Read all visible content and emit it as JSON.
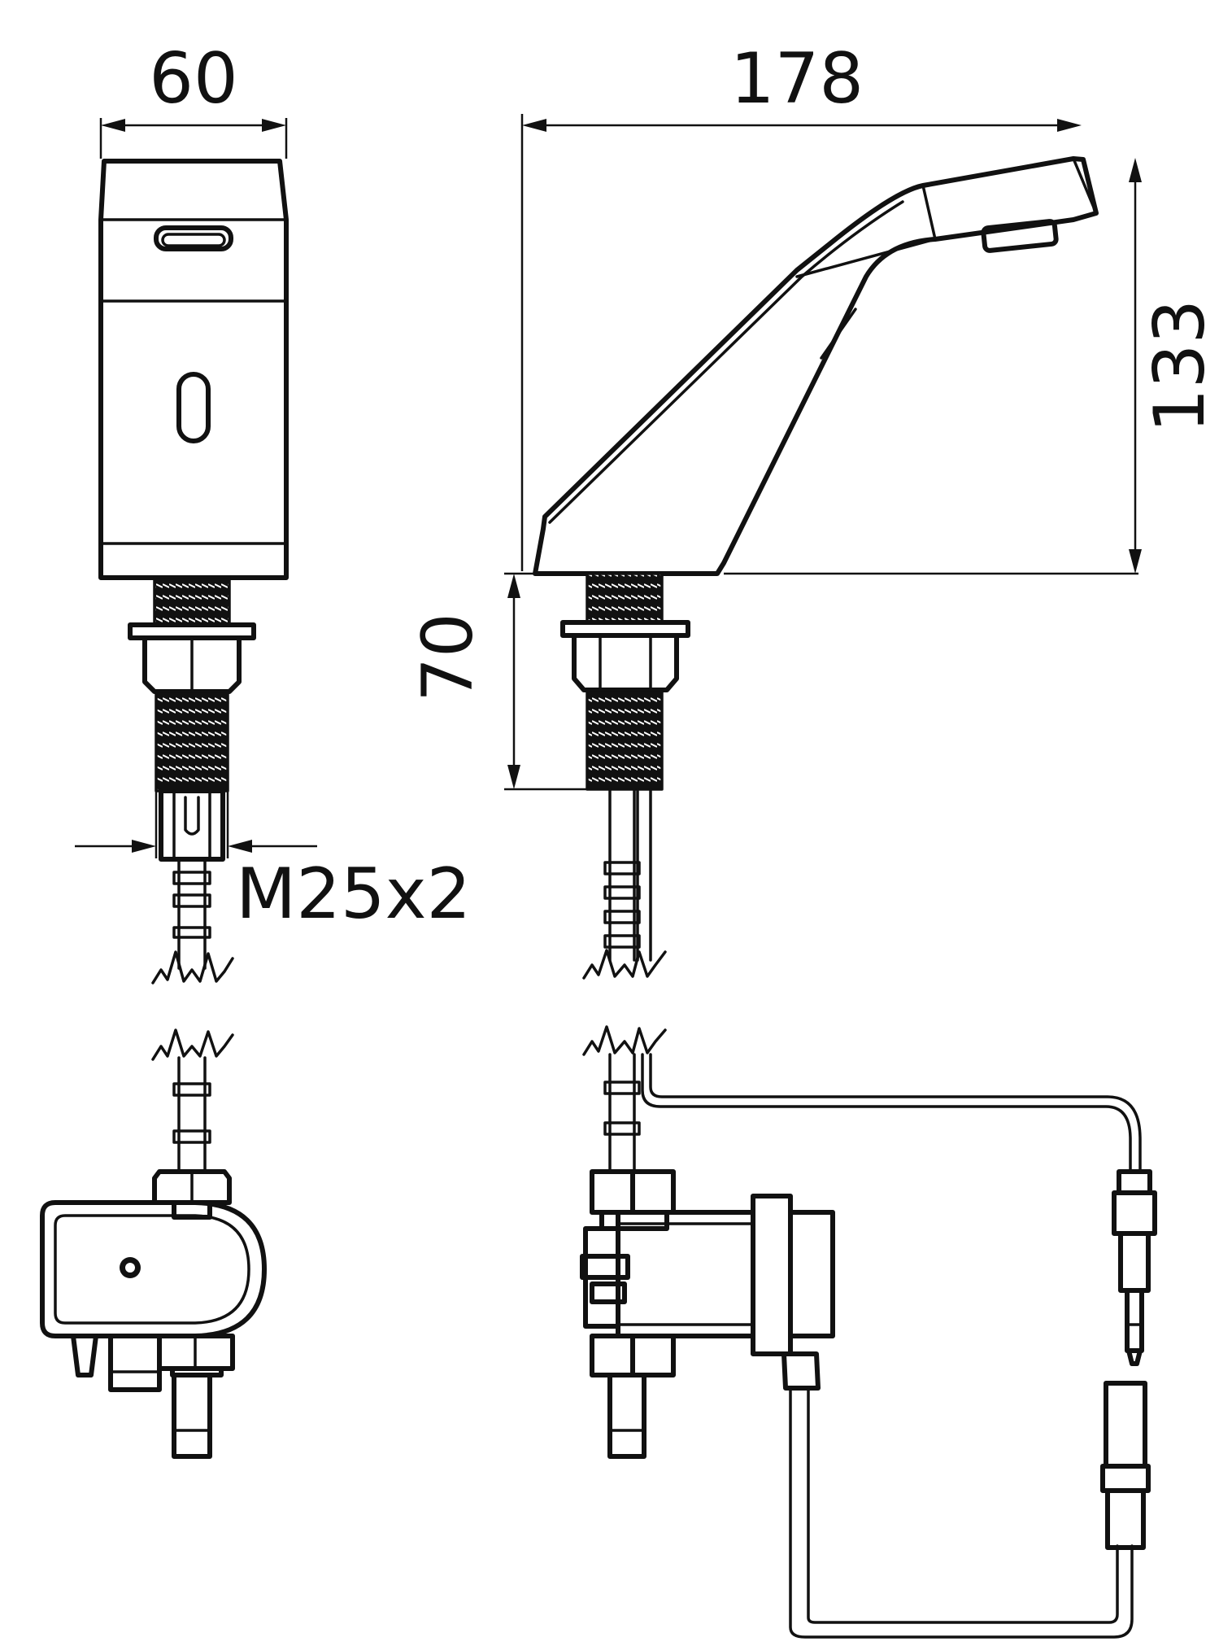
{
  "dimensions": {
    "width_front": "60",
    "length_side": "178",
    "height_side": "133",
    "shank_length": "70",
    "thread": "M25x2"
  },
  "colors": {
    "line": "#111111",
    "background": "#ffffff"
  }
}
